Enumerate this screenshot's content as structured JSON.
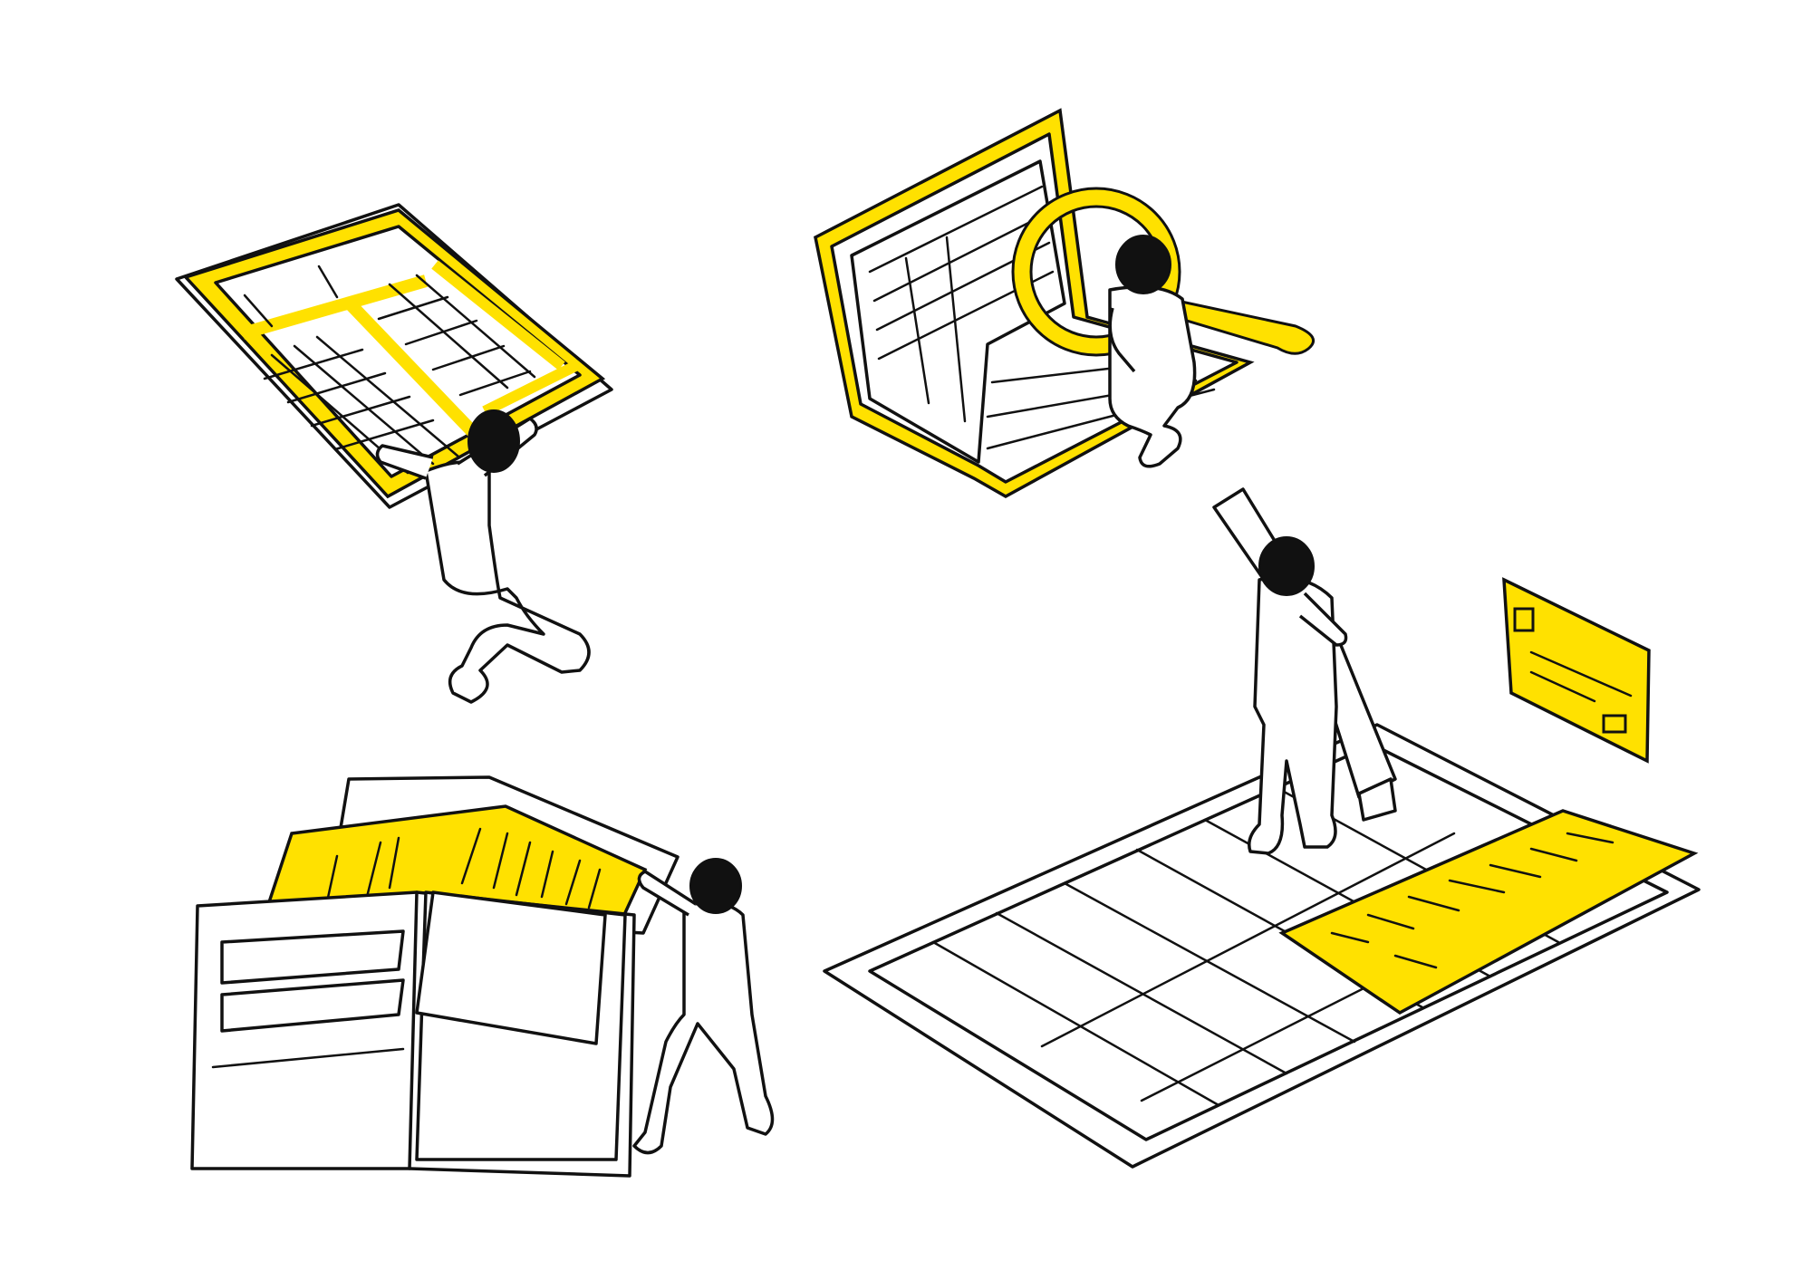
{
  "colors": {
    "background": "#ffffff",
    "ink": "#111111",
    "accent_yellow": "#ffe100"
  },
  "scenes": [
    {
      "icon": "tax-form-sheet",
      "figure": "person-holding-form-overhead"
    },
    {
      "icon": "open-ledger-book",
      "figure": "person-with-magnifying-glass"
    },
    {
      "icon": "open-wallet",
      "figure": "person-pulling-document-from-wallet"
    },
    {
      "icon": "large-form-sheet",
      "figure": "person-carrying-pencil",
      "extras": [
        "credit-card",
        "receipt"
      ]
    }
  ]
}
